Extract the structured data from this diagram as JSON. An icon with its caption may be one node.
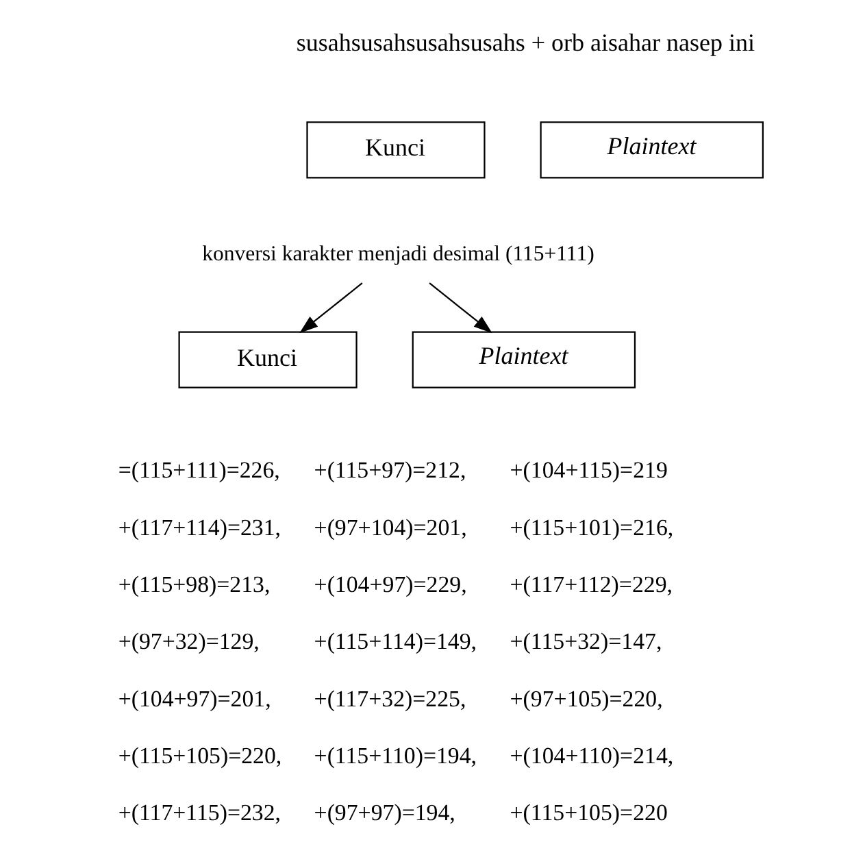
{
  "diagram": {
    "nodes": [
      {
        "text": [
          "Kunci"
        ]
      },
      {
        "text": [
          "Plaintext"
        ]
      },
      {
        "text": [
          "konversi karakter menjadi desimal (115+111)"
        ]
      },
      {
        "text": [
          "Kunci"
        ]
      },
      {
        "text": [
          "Plaintext"
        ]
      }
    ],
    "edges": [
      {
        "from": 2,
        "to": 3,
        "arrow": "to"
      },
      {
        "from": 2,
        "to": 4,
        "arrow": "to"
      }
    ],
    "labels": [
      "susahsusahsusahsusahs + orb aisahar nasep ini",
      "=(115+111)=226,",
      "+(115+97)=212,",
      "+(104+115)=219",
      "+(117+114)=231,",
      "+(97+104)=201,",
      "+(115+101)=216,",
      "+(115+98)=213,",
      "+(104+97)=229,",
      "+(117+112)=229,",
      "+(97+32)=129,",
      "+(115+114)=149,",
      "+(115+32)=147,",
      "+(104+97)=201,",
      "+(117+32)=225,",
      "+(97+105)=220,",
      "+(115+105)=220,",
      "+(115+110)=194,",
      "+(104+110)=214,",
      "+(117+115)=232,",
      "+(97+97)=194,",
      "+(115+105)=220"
    ]
  }
}
